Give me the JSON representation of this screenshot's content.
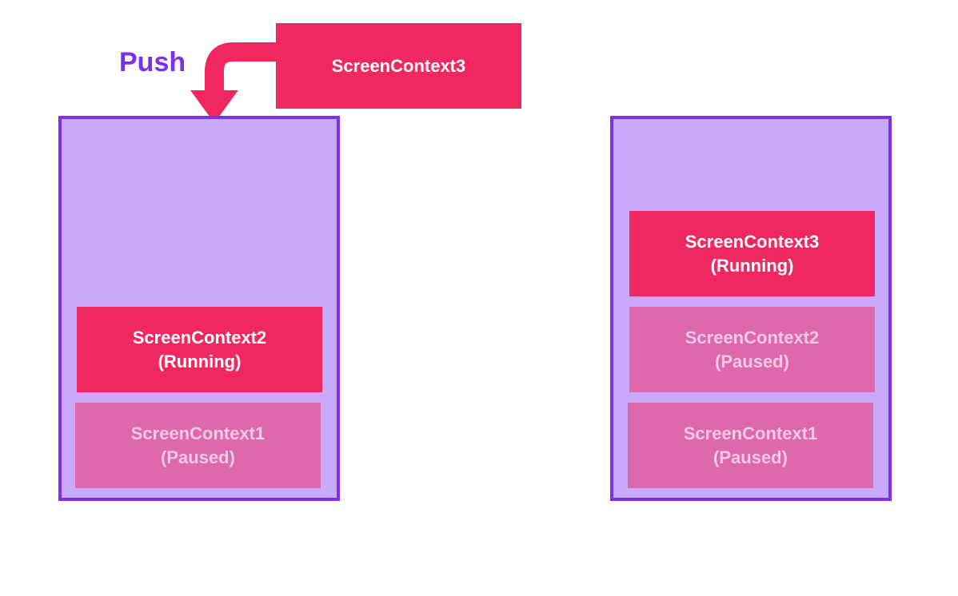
{
  "push": {
    "label": "Push",
    "color": "#7b2ff0"
  },
  "incoming": {
    "name": "ScreenContext3",
    "status": ""
  },
  "before_stack": {
    "items": [
      {
        "name": "ScreenContext2",
        "status": "(Running)",
        "state": "running"
      },
      {
        "name": "ScreenContext1",
        "status": "(Paused)",
        "state": "paused"
      }
    ]
  },
  "after_stack": {
    "items": [
      {
        "name": "ScreenContext3",
        "status": "(Running)",
        "state": "running"
      },
      {
        "name": "ScreenContext2",
        "status": "(Paused)",
        "state": "paused"
      },
      {
        "name": "ScreenContext1",
        "status": "(Paused)",
        "state": "paused"
      }
    ]
  },
  "colors": {
    "stack_border": "#7b2ff0",
    "stack_fill": "#c9aaf9",
    "running_fill": "#f0285f",
    "paused_fill": "#dd68ac",
    "paused_text": "#f6c9e6",
    "arrow": "#f0285f"
  }
}
